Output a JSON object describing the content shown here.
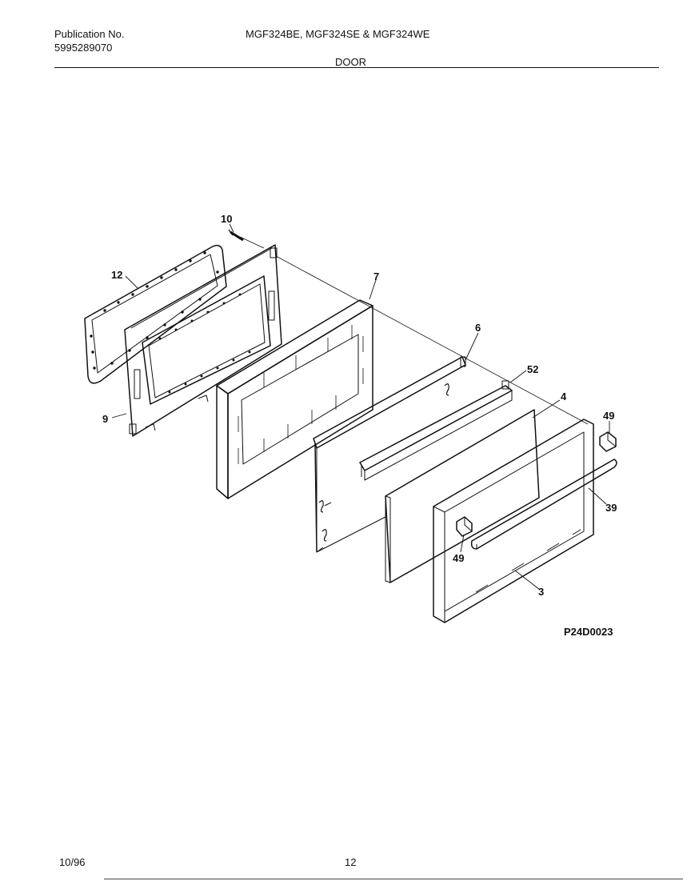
{
  "header": {
    "publication_label": "Publication No.",
    "publication_number": "5995289070",
    "models": "MGF324BE, MGF324SE & MGF324WE",
    "section": "DOOR"
  },
  "diagram": {
    "figure_code": "P24D0023",
    "callouts": [
      {
        "id": "c10",
        "label": "10"
      },
      {
        "id": "c12",
        "label": "12"
      },
      {
        "id": "c7",
        "label": "7"
      },
      {
        "id": "c6",
        "label": "6"
      },
      {
        "id": "c52",
        "label": "52"
      },
      {
        "id": "c4",
        "label": "4"
      },
      {
        "id": "c49a",
        "label": "49"
      },
      {
        "id": "c9",
        "label": "9"
      },
      {
        "id": "c39",
        "label": "39"
      },
      {
        "id": "c49b",
        "label": "49"
      },
      {
        "id": "c3",
        "label": "3"
      }
    ]
  },
  "footer": {
    "date": "10/96",
    "page": "12"
  }
}
